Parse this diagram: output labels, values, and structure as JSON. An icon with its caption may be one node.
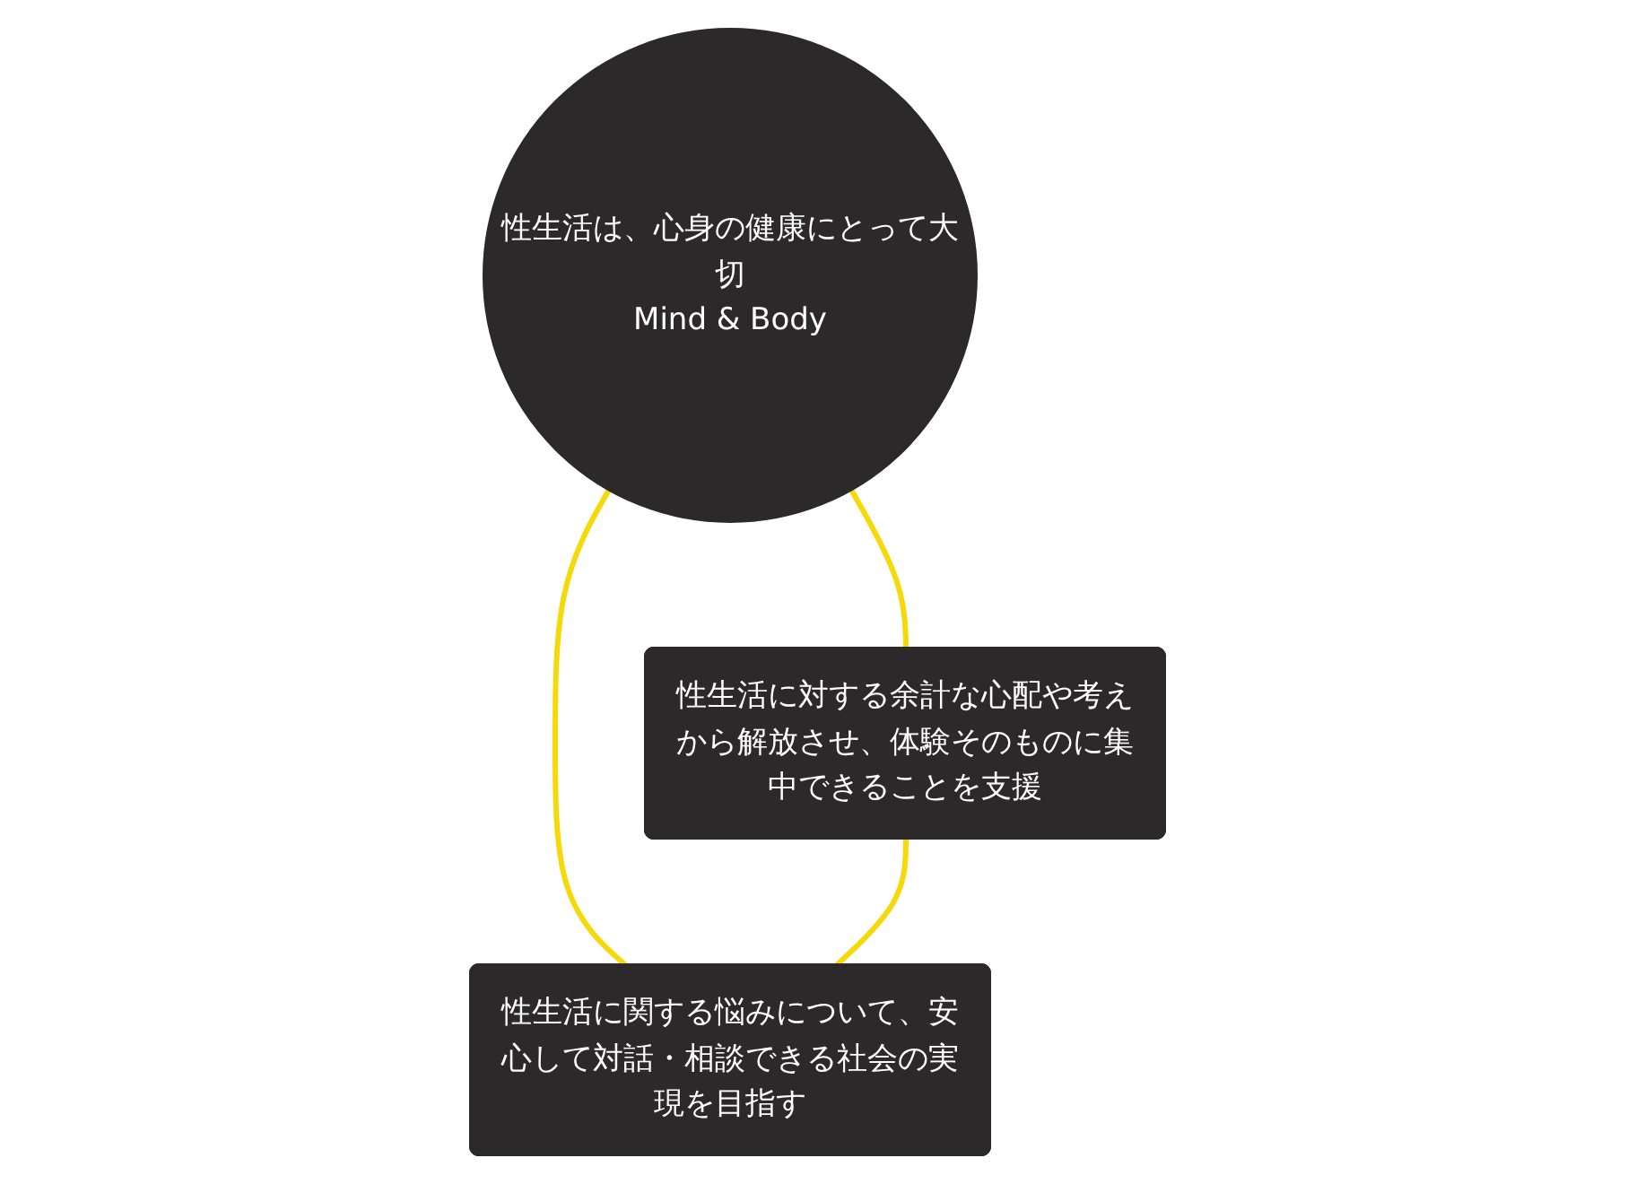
{
  "diagram": {
    "nodes": [
      {
        "text": [
          "性生活は、心身の健康にとって大切",
          "Mind & Body"
        ]
      },
      {
        "text": [
          "性生活に対する余計な心配や考えから解放させ、体験そのものに集中できることを支援"
        ]
      },
      {
        "text": [
          "性生活に関する悩みについて、安心して対話・相談できる社会の実現を目指す"
        ]
      }
    ],
    "edges": [
      {
        "from": 0,
        "to": 1,
        "arrow": "none"
      },
      {
        "from": 0,
        "to": 2,
        "arrow": "none"
      },
      {
        "from": 1,
        "to": 2,
        "arrow": "none"
      }
    ]
  }
}
